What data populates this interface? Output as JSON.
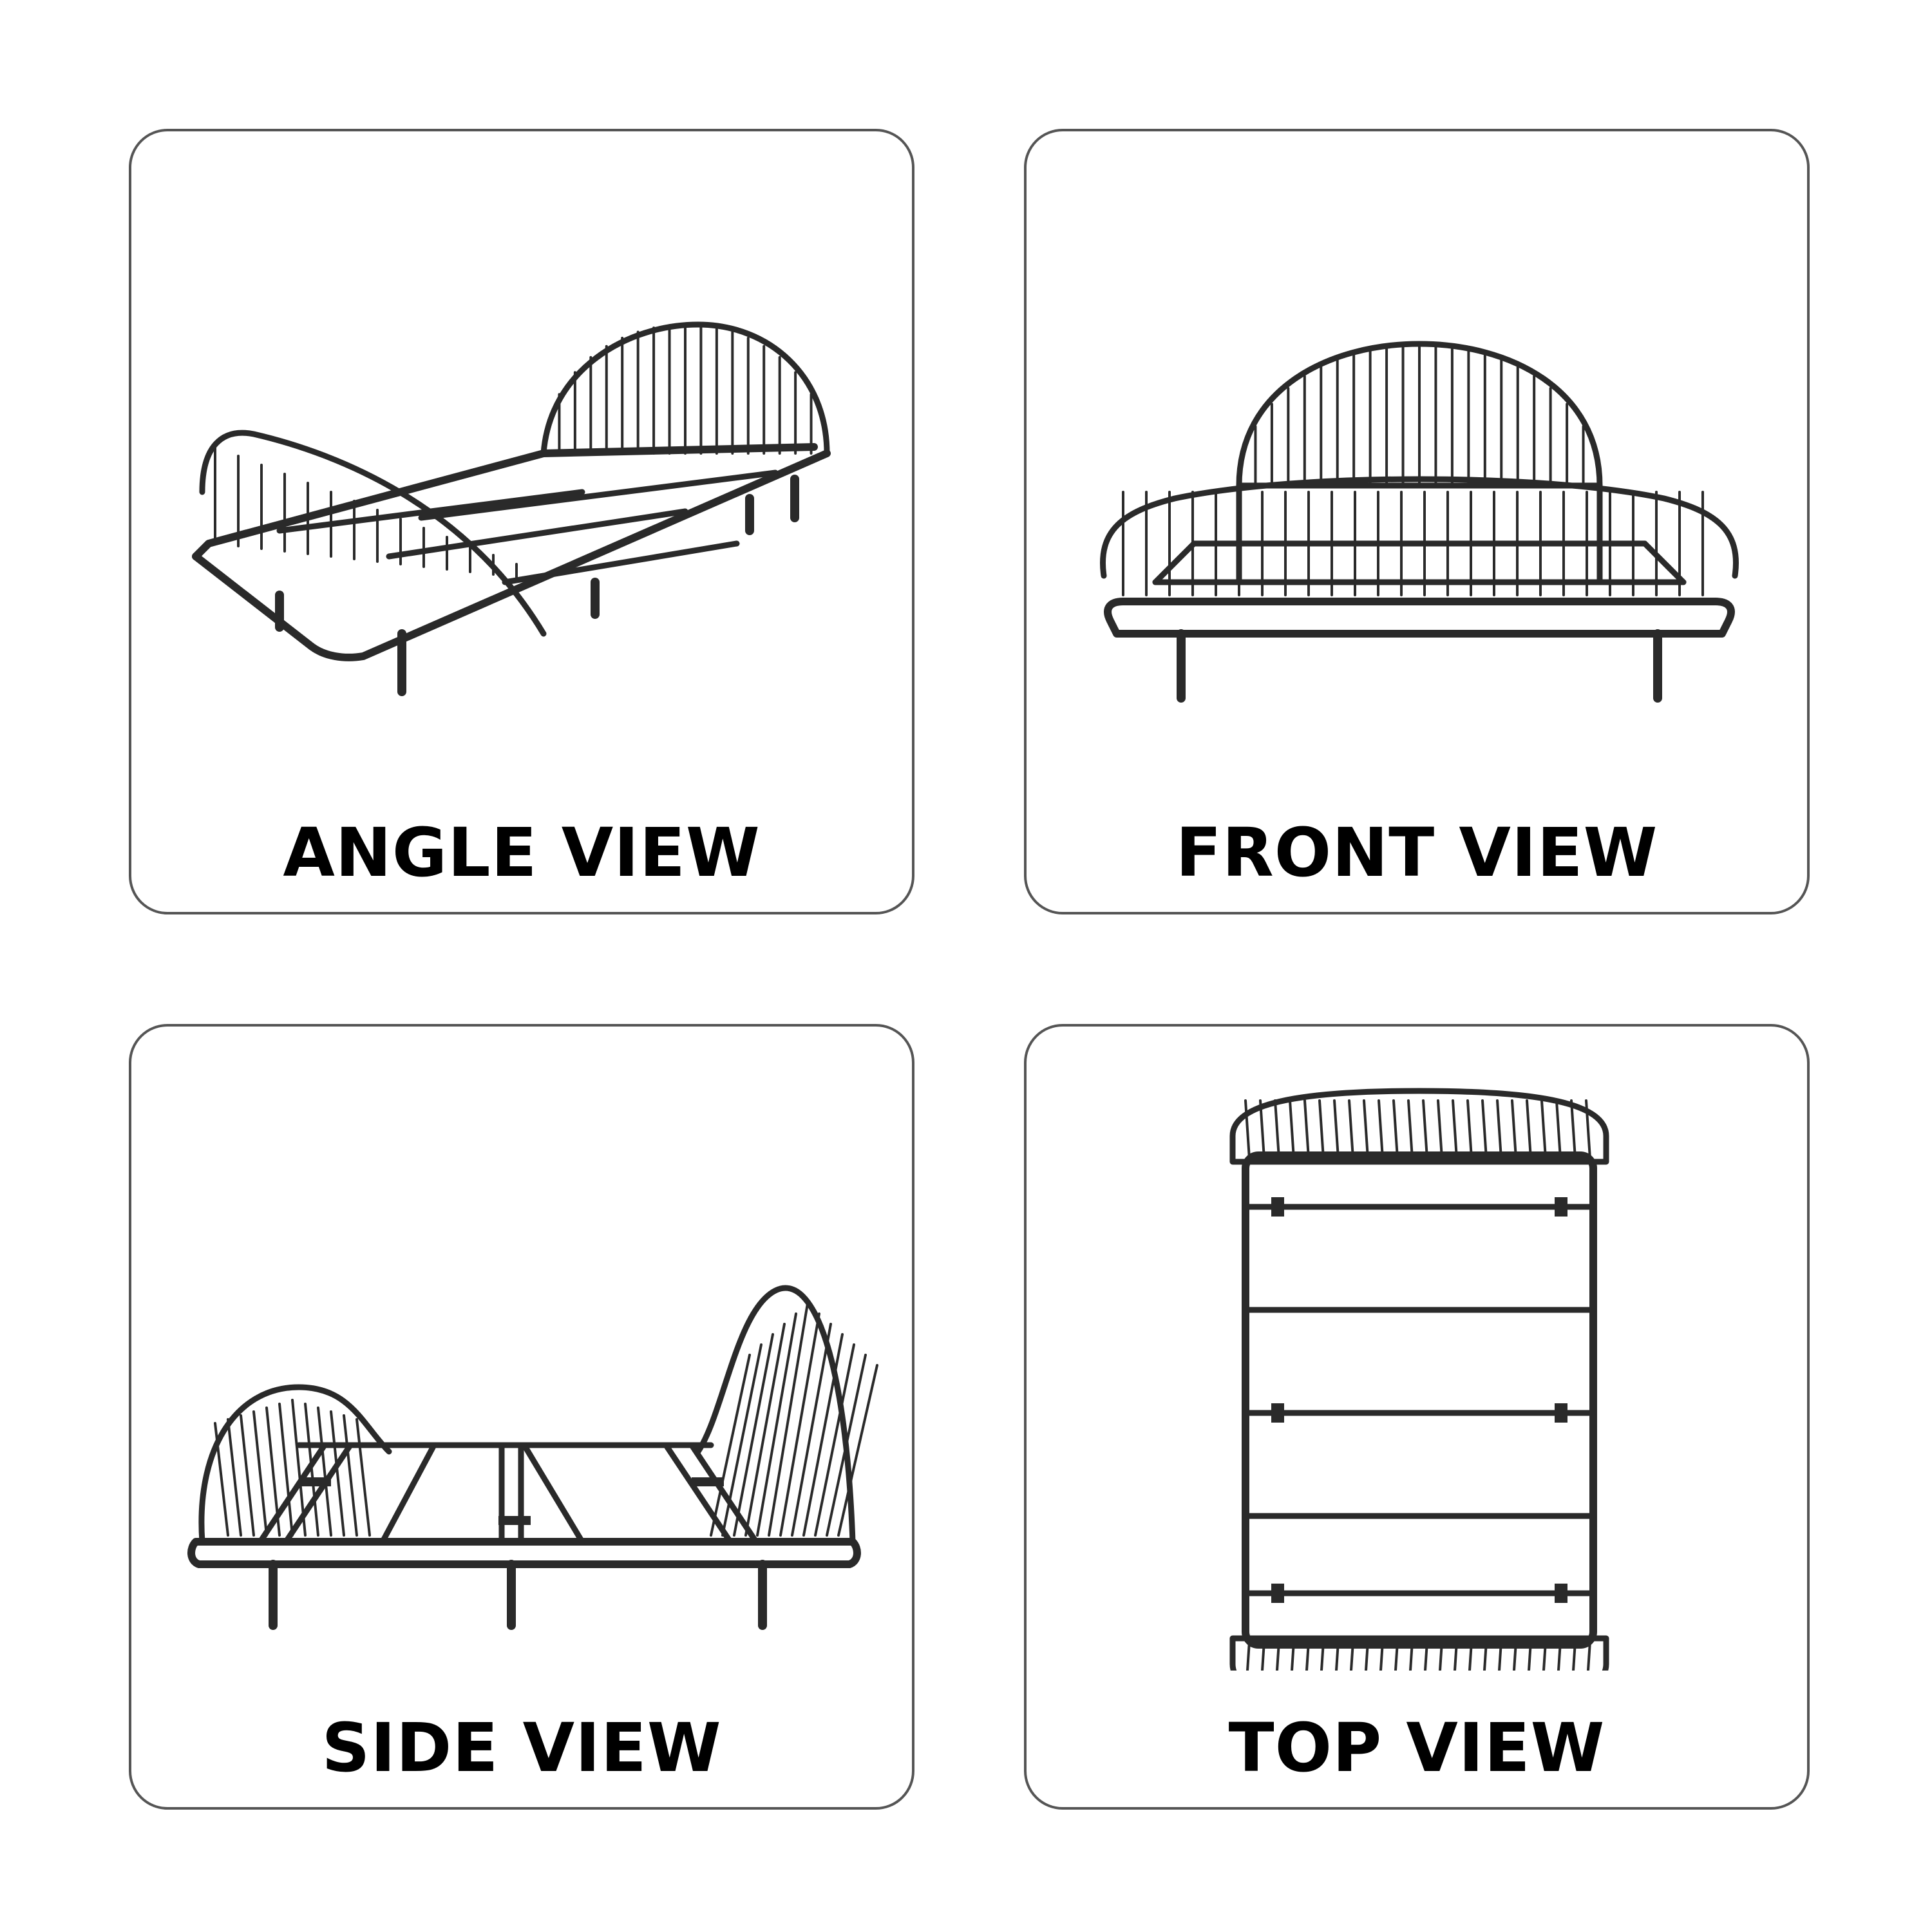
{
  "panels": {
    "angle": {
      "label": "ANGLE VIEW",
      "illustration": "bed-frame-angle-view"
    },
    "front": {
      "label": "FRONT VIEW",
      "illustration": "bed-frame-front-view"
    },
    "side": {
      "label": "SIDE VIEW",
      "illustration": "bed-frame-side-view"
    },
    "top": {
      "label": "TOP VIEW",
      "illustration": "bed-frame-top-view"
    }
  },
  "colors": {
    "background": "#ffffff",
    "panel_border": "#555555",
    "label_text": "#000000",
    "frame_stroke": "#2a2a2a"
  }
}
